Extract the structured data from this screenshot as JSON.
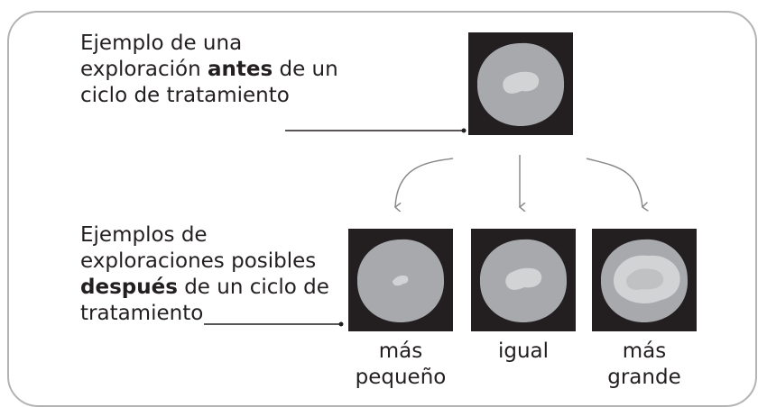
{
  "intro": {
    "line1": "Ejemplo de una",
    "line2_pre": "exploración",
    "line2_bold": "antes",
    "line2_post": "de un",
    "line3": "ciclo de tratamiento"
  },
  "outcomes_text": {
    "line1": "Ejemplos de",
    "line2": "exploraciones posibles",
    "line3_bold": "después",
    "line3_post": "de un ciclo de",
    "line4": "tratamiento"
  },
  "captions": {
    "smaller_line1": "más",
    "smaller_line2": "pequeño",
    "same": "igual",
    "larger_line1": "más",
    "larger_line2": "grande"
  },
  "colors": {
    "scan_bg": "#231f20",
    "organ": "#a7a9ac",
    "lesion": "#d1d3d4",
    "line": "#231f20",
    "arrow": "#8a8a8a",
    "border": "#b3b3b3"
  }
}
